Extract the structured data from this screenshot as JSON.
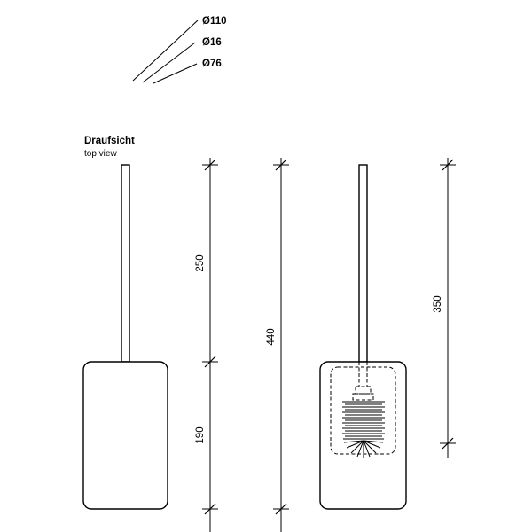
{
  "drawing": {
    "view_label": {
      "title": "Draufsicht",
      "subtitle": "top view"
    },
    "diameter_callouts": [
      "Ø110",
      "Ø16",
      "Ø76"
    ],
    "dimensions": {
      "upper_segment": "250",
      "lower_segment": "190",
      "overall_height": "440",
      "brush_length": "350"
    },
    "colors": {
      "line": "#000000",
      "background": "#ffffff"
    }
  }
}
